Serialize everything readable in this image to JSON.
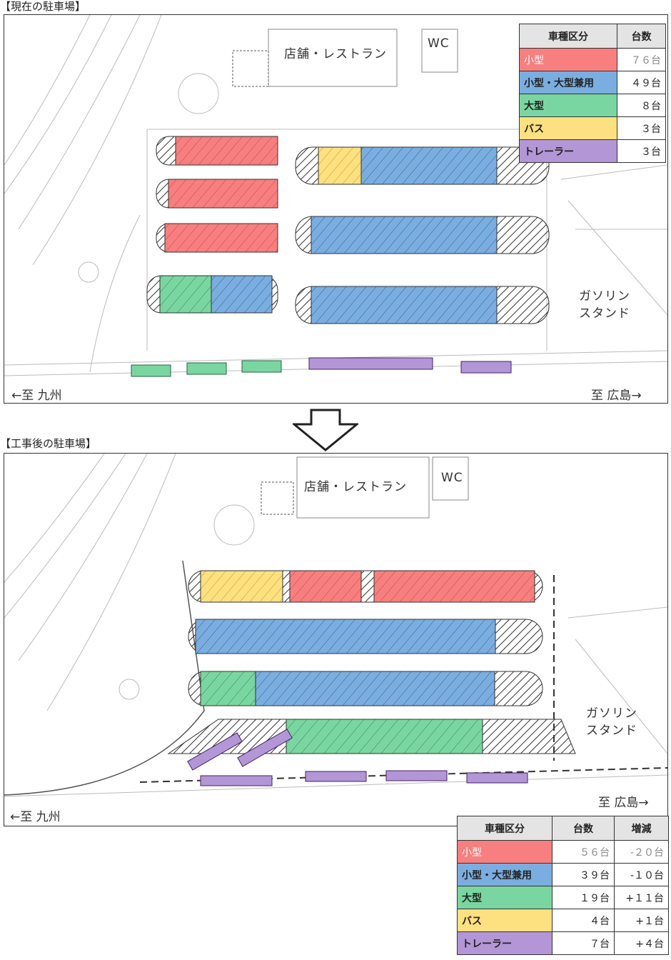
{
  "top": {
    "title": "【現在の駐車場】",
    "labels": {
      "shop": "店舗・レストラン",
      "wc": "WC",
      "gas": "ガソリン\nスタンド"
    },
    "dir_left": "←至 九州",
    "dir_right": "至 広島→",
    "legend": {
      "headers": [
        "車種区分",
        "台数"
      ],
      "rows": [
        {
          "cat": "小型",
          "count": "７６台",
          "color": "#f77f7f"
        },
        {
          "cat": "小型・大型兼用",
          "count": "４９台",
          "color": "#7aaee0"
        },
        {
          "cat": "大型",
          "count": "８台",
          "color": "#7ad6a0"
        },
        {
          "cat": "バス",
          "count": "３台",
          "color": "#fde080"
        },
        {
          "cat": "トレーラー",
          "count": "３台",
          "color": "#b396d6"
        }
      ]
    }
  },
  "arrow_icon": "down-arrow-icon",
  "bottom": {
    "title": "【工事後の駐車場】",
    "labels": {
      "shop": "店舗・レストラン",
      "wc": "WC",
      "gas": "ガソリン\nスタンド"
    },
    "dir_left": "←至 九州",
    "dir_right": "至 広島→",
    "legend": {
      "headers": [
        "車種区分",
        "台数",
        "増減"
      ],
      "rows": [
        {
          "cat": "小型",
          "count": "５６台",
          "delta": "-２０台",
          "color": "#f77f7f"
        },
        {
          "cat": "小型・大型兼用",
          "count": "３９台",
          "delta": "-１０台",
          "color": "#7aaee0"
        },
        {
          "cat": "大型",
          "count": "１９台",
          "delta": "+１１台",
          "color": "#7ad6a0"
        },
        {
          "cat": "バス",
          "count": "４台",
          "delta": "+１台",
          "color": "#fde080"
        },
        {
          "cat": "トレーラー",
          "count": "７台",
          "delta": "+４台",
          "color": "#b396d6"
        }
      ]
    }
  }
}
